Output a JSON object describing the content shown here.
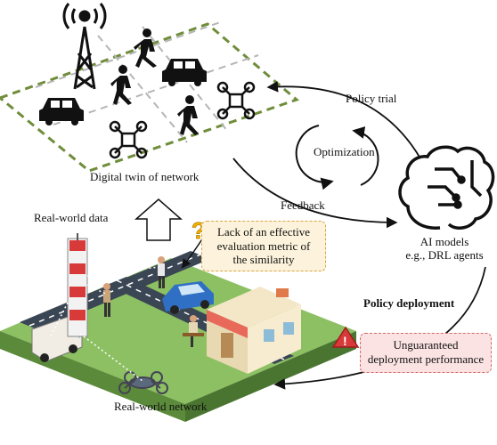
{
  "labels": {
    "digital_twin": "Digital twin of network",
    "real_world_data": "Real-world data",
    "feedback": "Feedback",
    "policy_trial": "Policy trial",
    "optimization": "Optimization",
    "ai_models_line1": "AI models",
    "ai_models_line2": "e.g., DRL agents",
    "policy_deployment": "Policy deployment",
    "real_world_network": "Real-world network"
  },
  "callouts": {
    "similarity": [
      "Lack of an effective",
      "evaluation metric of",
      "the similarity"
    ],
    "similarity_mark": "?",
    "deployment": [
      "Unguaranteed",
      "deployment performance"
    ],
    "deployment_mark": "!"
  },
  "icons": [
    "cell-tower-icon",
    "pedestrian-icon",
    "car-icon",
    "drone-icon",
    "brain-icon",
    "question-icon",
    "warning-icon",
    "up-arrow-icon"
  ],
  "colors": {
    "twin_border": "#6f8d3a",
    "grass": "#8dc063",
    "road": "#3b4655",
    "callout_bg": "#fdf3dc",
    "callout_border": "#d9a441",
    "warn_bg": "#fbe3e3",
    "warn_border": "#d46a6a",
    "tower_red": "#d83a3a"
  }
}
